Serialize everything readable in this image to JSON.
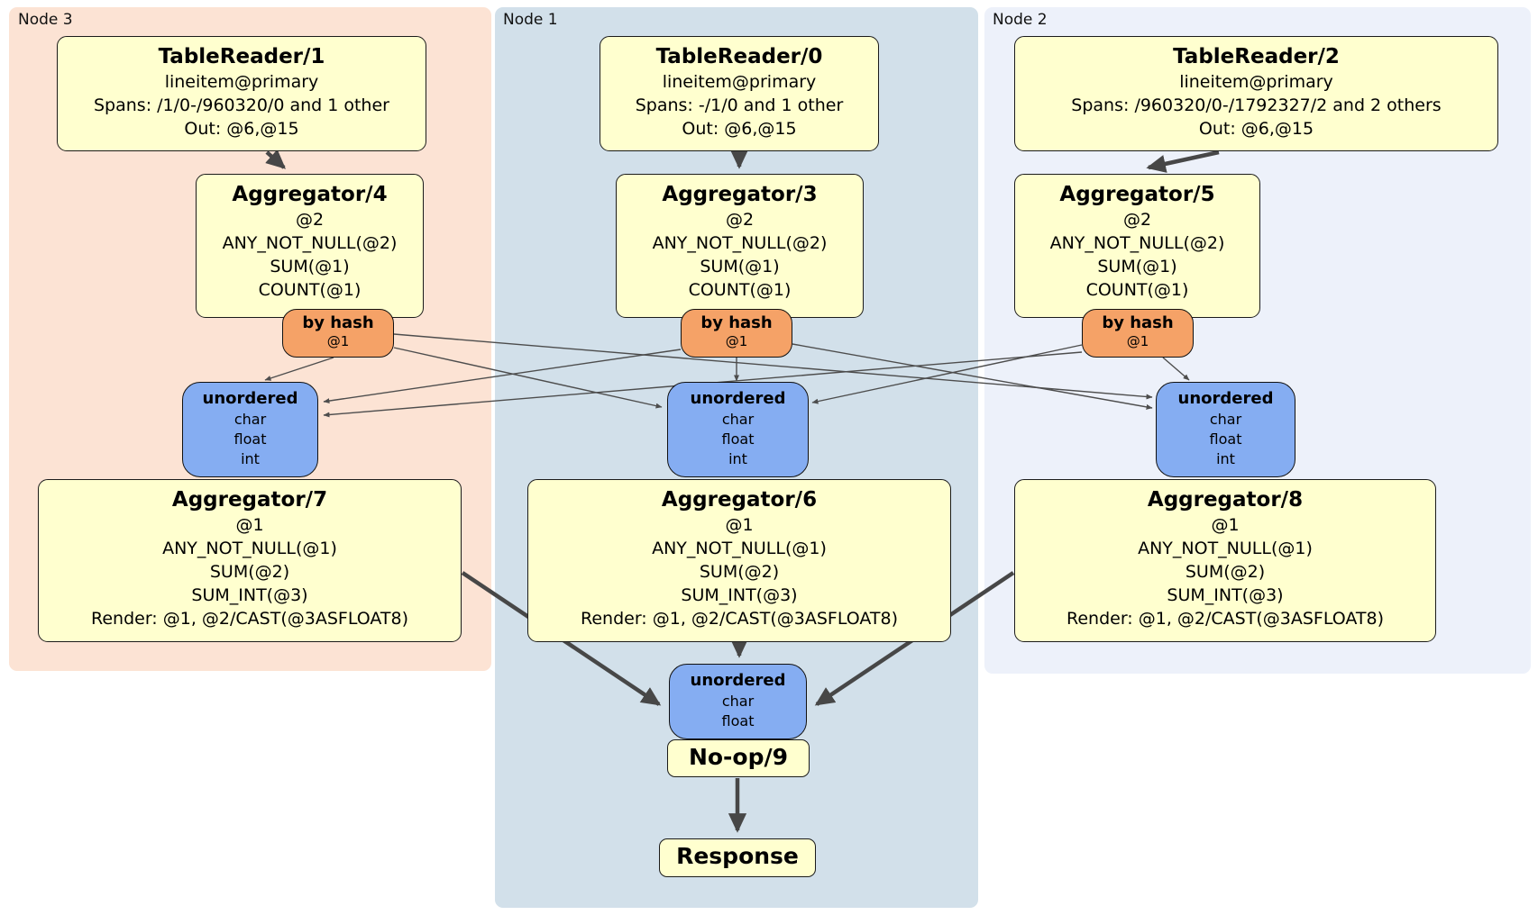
{
  "colors": {
    "node3_bg": "#fce3d4",
    "node1_bg": "#d2e0ea",
    "node2_bg": "#edf1fa",
    "processor_fill": "#ffffcf",
    "router_fill": "#f5a267",
    "sync_fill": "#85adf2",
    "arrow": "#474747"
  },
  "groups": [
    {
      "label": "Node 3",
      "table_reader": {
        "title": "TableReader/1",
        "lines": [
          "lineitem@primary",
          "Spans: /1/0-/960320/0 and 1 other",
          "Out: @6,@15"
        ]
      },
      "aggregator_top": {
        "title": "Aggregator/4",
        "lines": [
          "@2",
          "ANY_NOT_NULL(@2)",
          "SUM(@1)",
          "COUNT(@1)"
        ]
      },
      "router": {
        "title": "by hash",
        "lines": [
          "@1"
        ]
      },
      "sync": {
        "title": "unordered",
        "lines": [
          "char",
          "float",
          "int"
        ]
      },
      "aggregator_bottom": {
        "title": "Aggregator/7",
        "lines": [
          "@1",
          "ANY_NOT_NULL(@1)",
          "SUM(@2)",
          "SUM_INT(@3)",
          "Render: @1, @2/CAST(@3ASFLOAT8)"
        ]
      }
    },
    {
      "label": "Node 1",
      "table_reader": {
        "title": "TableReader/0",
        "lines": [
          "lineitem@primary",
          "Spans: -/1/0 and 1 other",
          "Out: @6,@15"
        ]
      },
      "aggregator_top": {
        "title": "Aggregator/3",
        "lines": [
          "@2",
          "ANY_NOT_NULL(@2)",
          "SUM(@1)",
          "COUNT(@1)"
        ]
      },
      "router": {
        "title": "by hash",
        "lines": [
          "@1"
        ]
      },
      "sync": {
        "title": "unordered",
        "lines": [
          "char",
          "float",
          "int"
        ]
      },
      "aggregator_bottom": {
        "title": "Aggregator/6",
        "lines": [
          "@1",
          "ANY_NOT_NULL(@1)",
          "SUM(@2)",
          "SUM_INT(@3)",
          "Render: @1, @2/CAST(@3ASFLOAT8)"
        ]
      }
    },
    {
      "label": "Node 2",
      "table_reader": {
        "title": "TableReader/2",
        "lines": [
          "lineitem@primary",
          "Spans: /960320/0-/1792327/2 and 2 others",
          "Out: @6,@15"
        ]
      },
      "aggregator_top": {
        "title": "Aggregator/5",
        "lines": [
          "@2",
          "ANY_NOT_NULL(@2)",
          "SUM(@1)",
          "COUNT(@1)"
        ]
      },
      "router": {
        "title": "by hash",
        "lines": [
          "@1"
        ]
      },
      "sync": {
        "title": "unordered",
        "lines": [
          "char",
          "float",
          "int"
        ]
      },
      "aggregator_bottom": {
        "title": "Aggregator/8",
        "lines": [
          "@1",
          "ANY_NOT_NULL(@1)",
          "SUM(@2)",
          "SUM_INT(@3)",
          "Render: @1, @2/CAST(@3ASFLOAT8)"
        ]
      }
    }
  ],
  "final": {
    "sync": {
      "title": "unordered",
      "lines": [
        "char",
        "float"
      ]
    },
    "noop": {
      "title": "No-op/9"
    },
    "response": {
      "title": "Response"
    }
  }
}
